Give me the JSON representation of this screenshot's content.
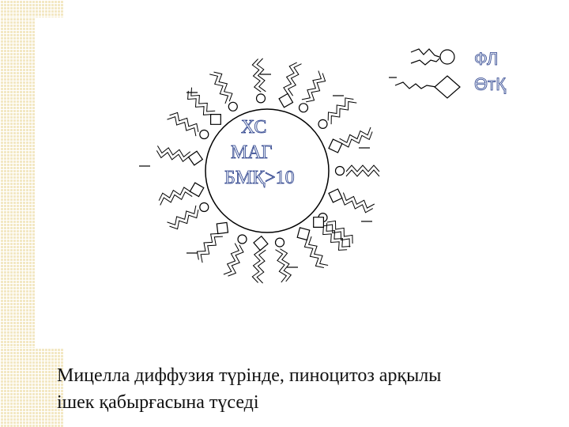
{
  "core_labels": [
    "ХС",
    "МАГ",
    "БМҚ>10"
  ],
  "legend": [
    {
      "symbol": "circle",
      "label": "ФЛ"
    },
    {
      "symbol": "diamond",
      "label": "ӨтҚ"
    }
  ],
  "caption": {
    "line1": "Мицелла диффузия түрінде, пиноцитоз арқылы",
    "line2": "ішек қабырғасына түседі"
  },
  "colors": {
    "label_fill": "#e8eef7",
    "label_stroke": "#2a3f8a",
    "decor": "#f3e8c4",
    "line": "#000000"
  }
}
